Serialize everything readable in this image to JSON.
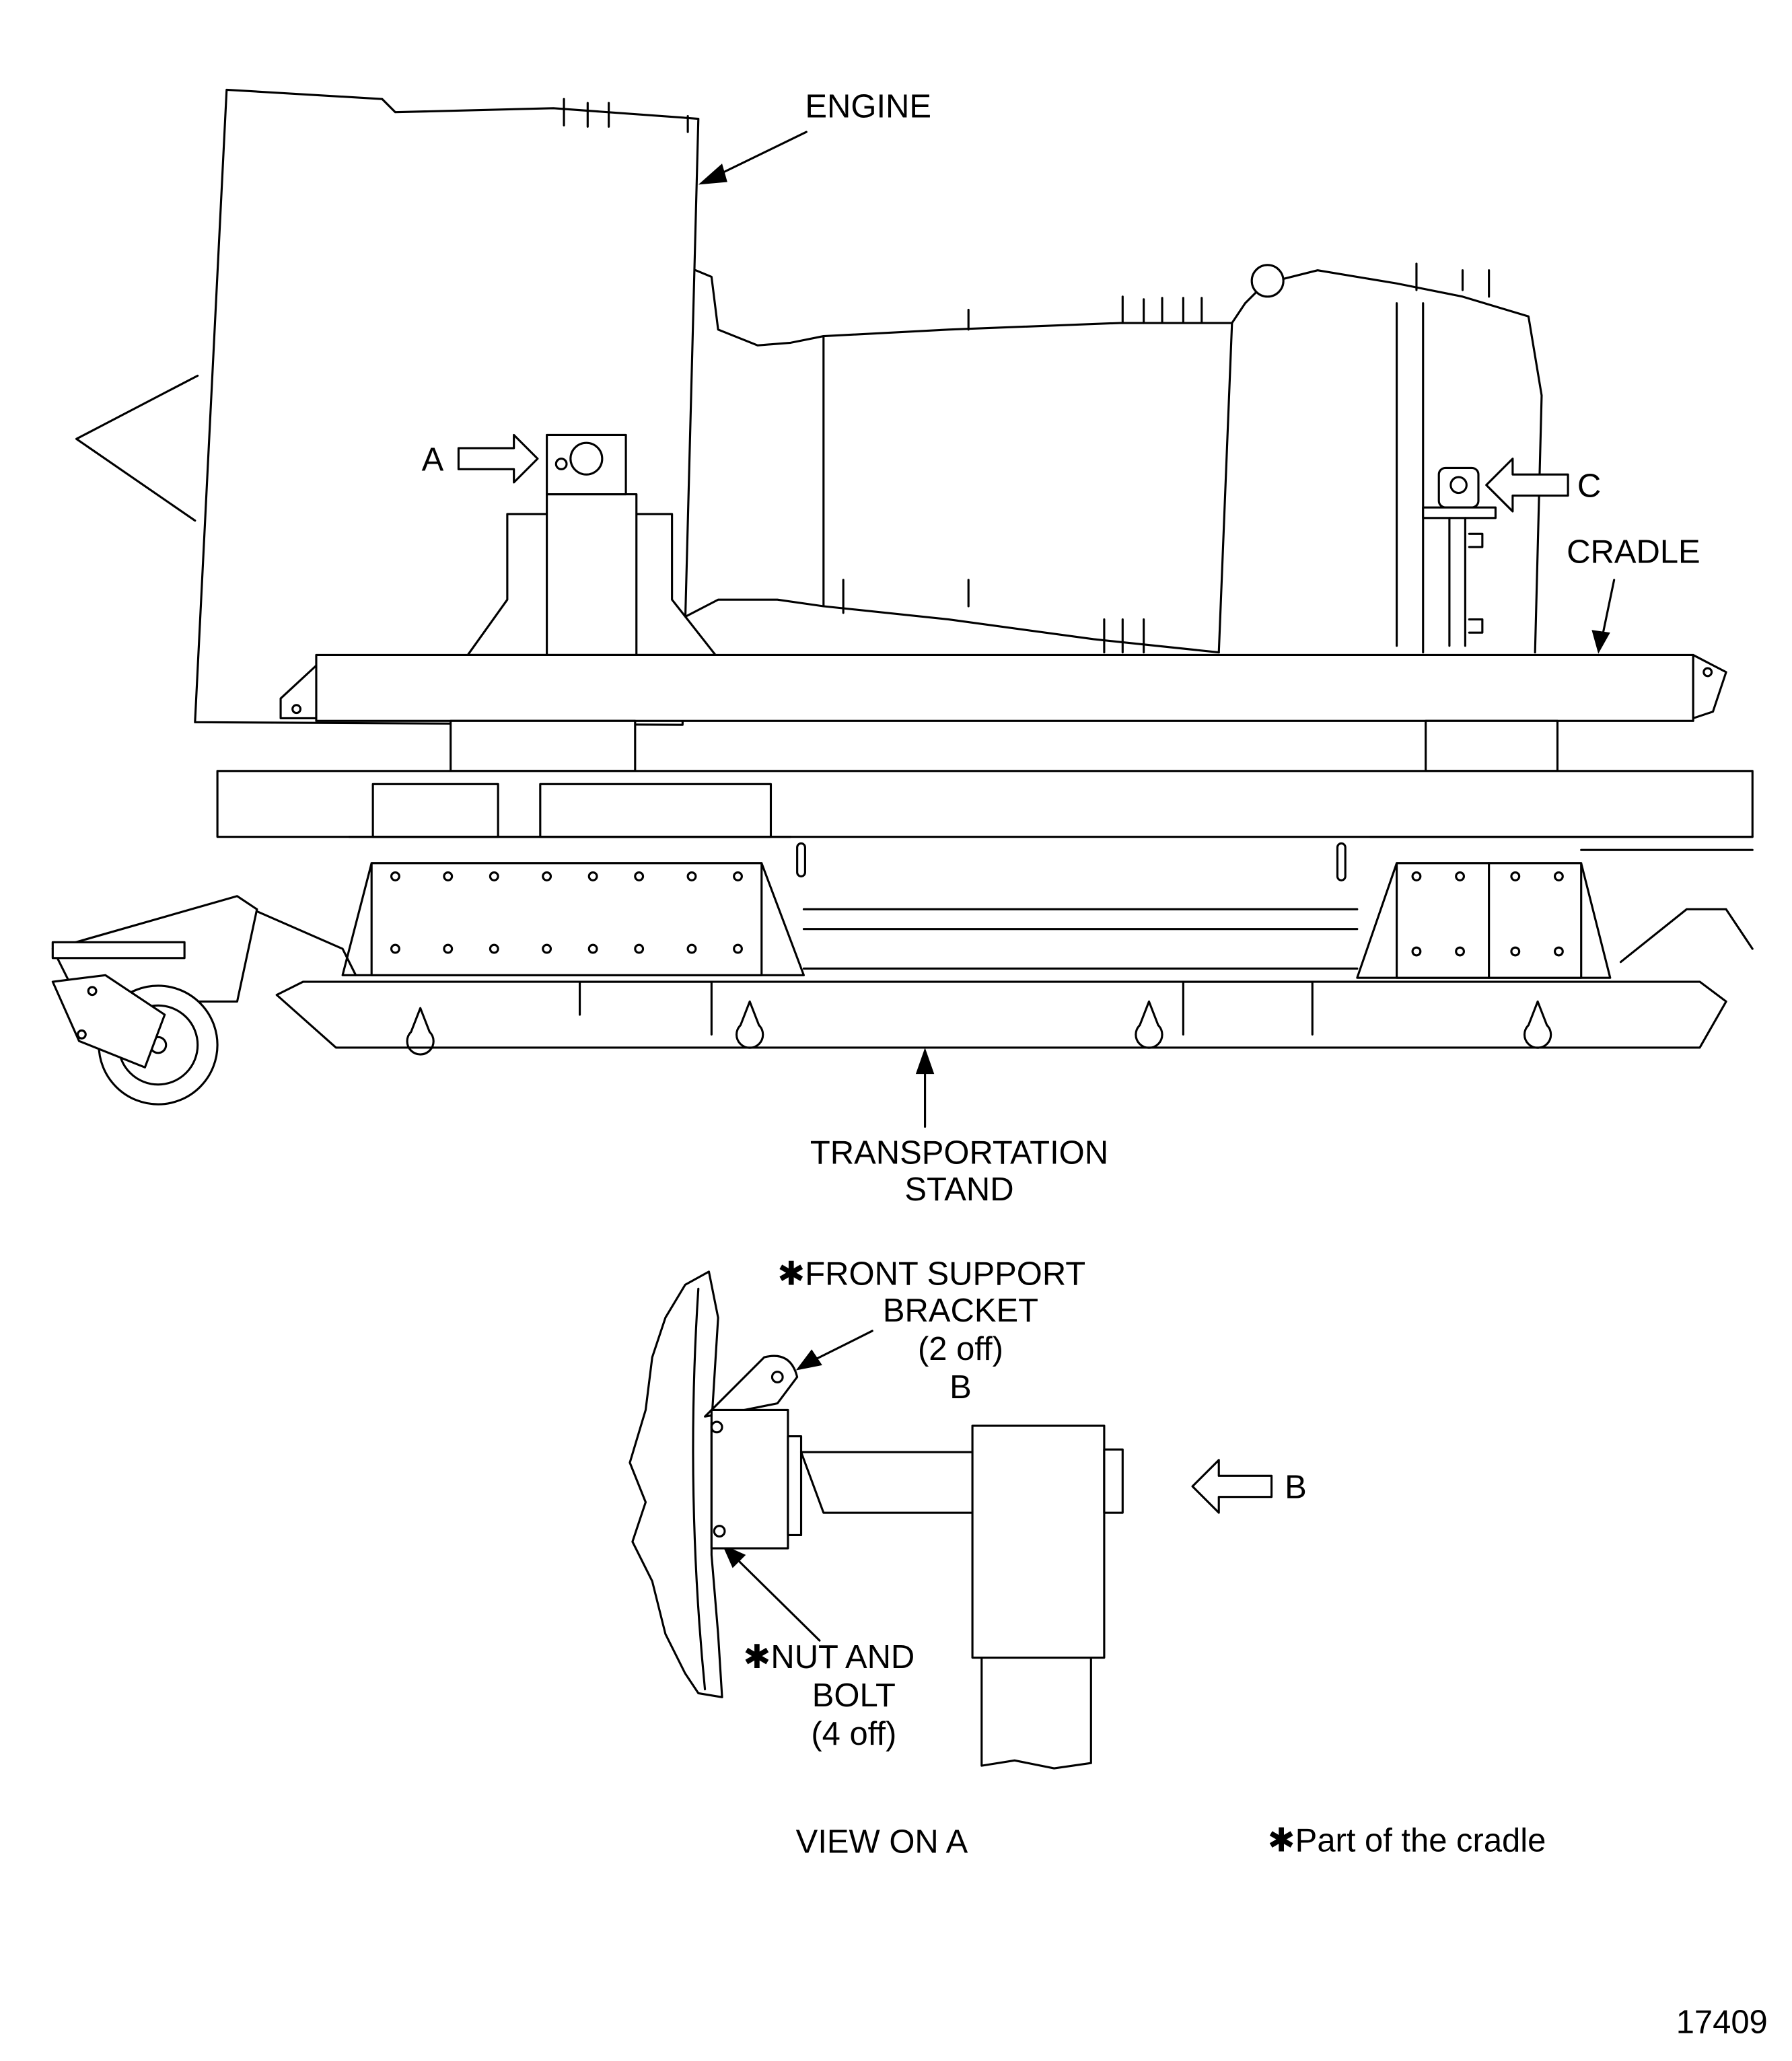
{
  "figure_number": "17409",
  "labels": {
    "engine": "ENGINE",
    "a": "A",
    "c": "C",
    "cradle": "CRADLE",
    "transportation": "TRANSPORTATION",
    "stand": "STAND",
    "front_support": "✱FRONT SUPPORT",
    "bracket": "BRACKET",
    "two_off": "(2 off)",
    "b_under_bracket": "B",
    "b_arrow": "B",
    "nut_and": "✱NUT AND",
    "bolt": "BOLT",
    "four_off": "(4 off)",
    "view_on_a": "VIEW ON A",
    "footnote": "✱Part of the cradle"
  }
}
